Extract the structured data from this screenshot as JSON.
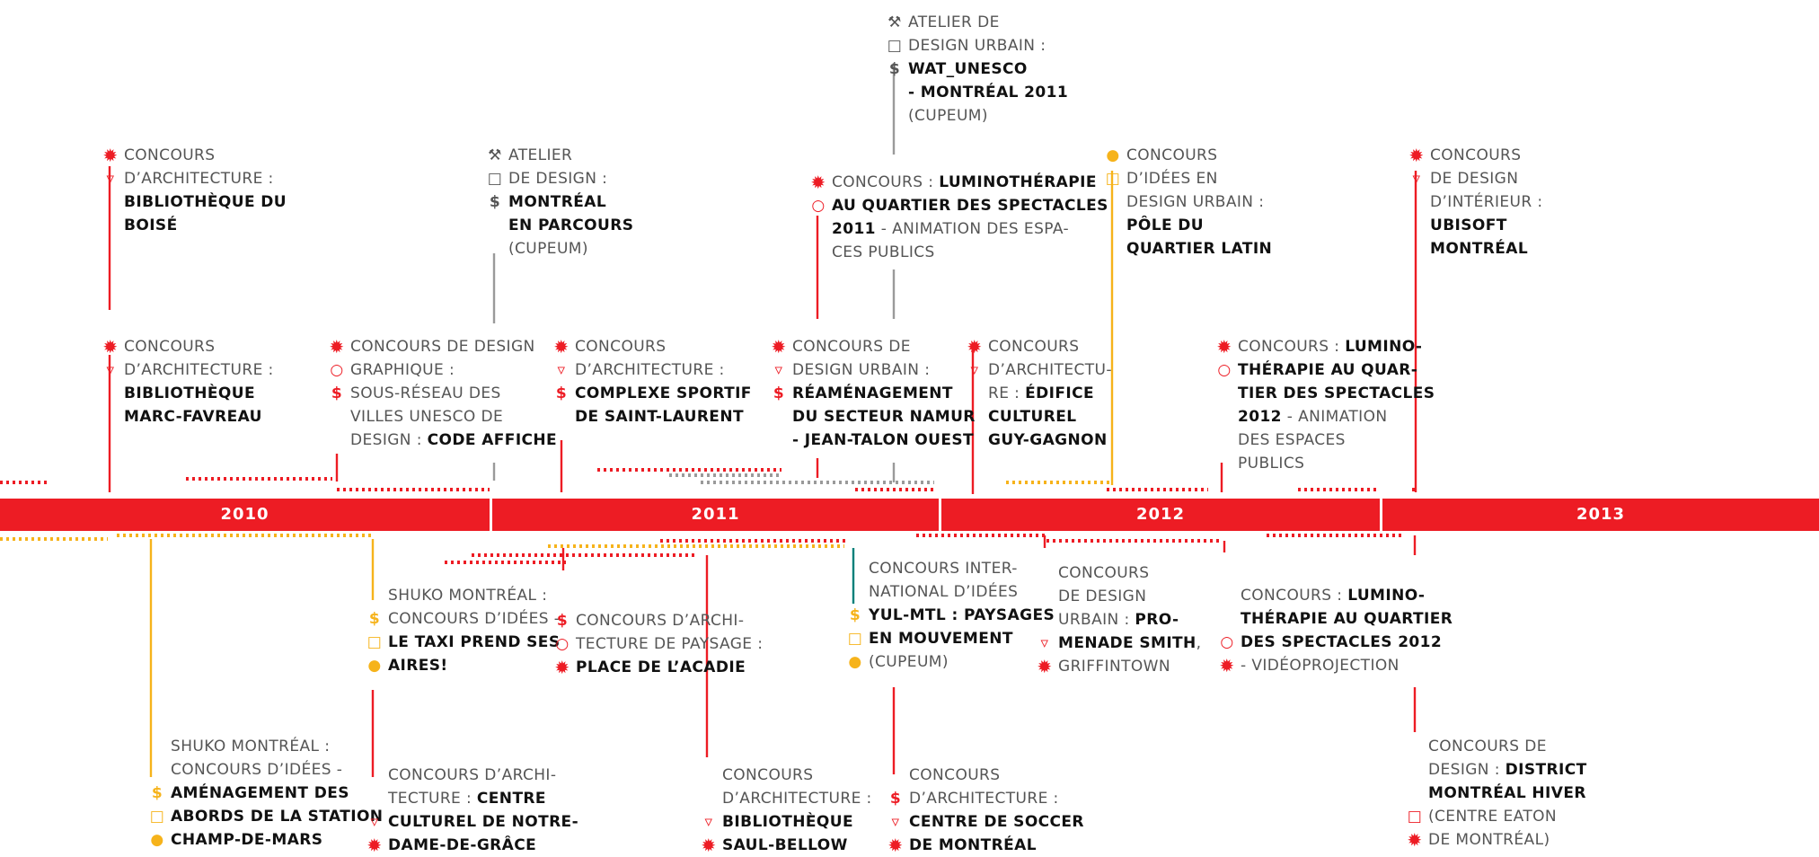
{
  "colors": {
    "red": "#ED1C24",
    "yellow": "#F6B31B",
    "gray": "#9A9A9A",
    "teal": "#00807A",
    "text": "#555555"
  },
  "years": [
    "2010",
    "2011",
    "2012",
    "2013"
  ],
  "legend_icons": {
    "burst": "red-burst-icon",
    "triangle": "red-triangle-icon",
    "dollar": "dollar-icon",
    "square": "square-icon",
    "circle": "circle-icon",
    "bulb": "lightbulb-icon",
    "tools": "tools-icon"
  },
  "entries": [
    {
      "id": "biblio-boise",
      "lines": [
        {
          "i": "burst",
          "t": [
            [
              "n",
              "CONCOURS"
            ]
          ]
        },
        {
          "i": "tri",
          "t": [
            [
              "n",
              "D’ARCHITECTURE :"
            ]
          ]
        },
        {
          "t": [
            [
              "b",
              "BIBLIOTHÈQUE DU"
            ]
          ]
        },
        {
          "t": [
            [
              "b",
              "BOISÉ"
            ]
          ]
        }
      ]
    },
    {
      "id": "biblio-marc-favreau",
      "lines": [
        {
          "i": "burst",
          "t": [
            [
              "n",
              "CONCOURS"
            ]
          ]
        },
        {
          "i": "tri",
          "t": [
            [
              "n",
              "D’ARCHITECTURE :"
            ]
          ]
        },
        {
          "t": [
            [
              "b",
              "BIBLIOTHÈQUE"
            ]
          ]
        },
        {
          "t": [
            [
              "b",
              "MARC-FAVREAU"
            ]
          ]
        }
      ]
    },
    {
      "id": "montreal-en-parcours",
      "lines": [
        {
          "i": "tools",
          "t": [
            [
              "n",
              "ATELIER"
            ]
          ]
        },
        {
          "i": "sq",
          "t": [
            [
              "n",
              "DE DESIGN :"
            ]
          ]
        },
        {
          "i": "dol",
          "t": [
            [
              "b",
              "MONTRÉAL"
            ]
          ]
        },
        {
          "t": [
            [
              "b",
              "EN PARCOURS"
            ]
          ]
        },
        {
          "t": [
            [
              "n",
              "(CUPEUM)"
            ]
          ]
        }
      ]
    },
    {
      "id": "code-affiche",
      "lines": [
        {
          "i": "burst",
          "t": [
            [
              "n",
              "CONCOURS DE DESIGN"
            ]
          ]
        },
        {
          "i": "circ",
          "t": [
            [
              "n",
              "GRAPHIQUE :"
            ]
          ]
        },
        {
          "i": "dol",
          "t": [
            [
              "n",
              "SOUS-RÉSEAU DES"
            ]
          ]
        },
        {
          "t": [
            [
              "n",
              "VILLES UNESCO DE"
            ]
          ]
        },
        {
          "t": [
            [
              "n",
              "DESIGN : "
            ],
            [
              "b",
              "CODE AFFICHE"
            ]
          ]
        }
      ]
    },
    {
      "id": "complexe-sportif",
      "lines": [
        {
          "i": "burst",
          "t": [
            [
              "n",
              "CONCOURS"
            ]
          ]
        },
        {
          "i": "tri",
          "t": [
            [
              "n",
              "D’ARCHITECTURE :"
            ]
          ]
        },
        {
          "i": "dol",
          "t": [
            [
              "b",
              "COMPLEXE SPORTIF"
            ]
          ]
        },
        {
          "t": [
            [
              "b",
              "DE SAINT-LAURENT"
            ]
          ]
        }
      ]
    },
    {
      "id": "wat-unesco",
      "lines": [
        {
          "i": "tools",
          "t": [
            [
              "n",
              "ATELIER DE"
            ]
          ]
        },
        {
          "i": "sq",
          "t": [
            [
              "n",
              "DESIGN URBAIN :"
            ]
          ]
        },
        {
          "i": "dol",
          "t": [
            [
              "b",
              "WAT_UNESCO"
            ]
          ]
        },
        {
          "t": [
            [
              "b",
              "- MONTRÉAL 2011"
            ]
          ]
        },
        {
          "t": [
            [
              "n",
              "(CUPEUM)"
            ]
          ]
        }
      ]
    },
    {
      "id": "lumino-2011",
      "lines": [
        {
          "i": "burst",
          "t": [
            [
              "n",
              "CONCOURS : "
            ],
            [
              "b",
              "LUMINOTHÉRAPIE"
            ]
          ]
        },
        {
          "i": "circ",
          "t": [
            [
              "b",
              "AU QUARTIER DES SPECTACLES"
            ]
          ]
        },
        {
          "t": [
            [
              "b",
              "2011"
            ],
            [
              "n",
              " - ANIMATION DES ESPA-"
            ]
          ]
        },
        {
          "t": [
            [
              "n",
              "CES PUBLICS"
            ]
          ]
        }
      ]
    },
    {
      "id": "namur",
      "lines": [
        {
          "i": "burst",
          "t": [
            [
              "n",
              "CONCOURS DE"
            ]
          ]
        },
        {
          "i": "tri",
          "t": [
            [
              "n",
              "DESIGN URBAIN :"
            ]
          ]
        },
        {
          "i": "dol",
          "t": [
            [
              "b",
              "RÉAMÉNAGEMENT"
            ]
          ]
        },
        {
          "t": [
            [
              "b",
              "DU SECTEUR NAMUR"
            ]
          ]
        },
        {
          "t": [
            [
              "b",
              "- JEAN-TALON OUEST"
            ]
          ]
        }
      ]
    },
    {
      "id": "guy-gagnon",
      "lines": [
        {
          "i": "burst",
          "t": [
            [
              "n",
              "CONCOURS"
            ]
          ]
        },
        {
          "i": "tri",
          "t": [
            [
              "n",
              "D’ARCHITECTU-"
            ]
          ]
        },
        {
          "t": [
            [
              "n",
              "RE : "
            ],
            [
              "b",
              "ÉDIFICE"
            ]
          ]
        },
        {
          "t": [
            [
              "b",
              "CULTUREL"
            ]
          ]
        },
        {
          "t": [
            [
              "b",
              "GUY-GAGNON"
            ]
          ]
        }
      ]
    },
    {
      "id": "pole-quartier-latin",
      "lines": [
        {
          "i": "bulb",
          "t": [
            [
              "n",
              "CONCOURS"
            ]
          ]
        },
        {
          "i": "sq",
          "t": [
            [
              "n",
              "D’IDÉES EN"
            ]
          ]
        },
        {
          "t": [
            [
              "n",
              "DESIGN URBAIN :"
            ]
          ]
        },
        {
          "t": [
            [
              "b",
              "PÔLE DU"
            ]
          ]
        },
        {
          "t": [
            [
              "b",
              "QUARTIER LATIN"
            ]
          ]
        }
      ]
    },
    {
      "id": "lumino-2012",
      "lines": [
        {
          "i": "burst",
          "t": [
            [
              "n",
              "CONCOURS : "
            ],
            [
              "b",
              "LUMINO-"
            ]
          ]
        },
        {
          "i": "circ",
          "t": [
            [
              "b",
              "THÉRAPIE AU QUAR-"
            ]
          ]
        },
        {
          "t": [
            [
              "b",
              "TIER DES SPECTACLES"
            ]
          ]
        },
        {
          "t": [
            [
              "b",
              "2012"
            ],
            [
              "n",
              " - ANIMATION"
            ]
          ]
        },
        {
          "t": [
            [
              "n",
              "DES ESPACES"
            ]
          ]
        },
        {
          "t": [
            [
              "n",
              "PUBLICS"
            ]
          ]
        }
      ]
    },
    {
      "id": "ubisoft",
      "lines": [
        {
          "i": "burst",
          "t": [
            [
              "n",
              "CONCOURS"
            ]
          ]
        },
        {
          "i": "tri",
          "t": [
            [
              "n",
              "DE DESIGN"
            ]
          ]
        },
        {
          "t": [
            [
              "n",
              "D’INTÉRIEUR :"
            ]
          ]
        },
        {
          "t": [
            [
              "b",
              "UBISOFT"
            ]
          ]
        },
        {
          "t": [
            [
              "b",
              "MONTRÉAL"
            ]
          ]
        }
      ]
    },
    {
      "id": "taxi",
      "lines": [
        {
          "t": [
            [
              "n",
              "SHUKO MONTRÉAL :"
            ]
          ]
        },
        {
          "i": "dol",
          "t": [
            [
              "n",
              "CONCOURS D’IDÉES -"
            ]
          ]
        },
        {
          "i": "sq",
          "t": [
            [
              "b",
              "LE TAXI PREND SES"
            ]
          ]
        },
        {
          "i": "bulb",
          "t": [
            [
              "b",
              "AIRES!"
            ]
          ]
        }
      ]
    },
    {
      "id": "acadie",
      "lines": [
        {
          "i": "dol",
          "t": [
            [
              "n",
              "CONCOURS D’ARCHI-"
            ]
          ]
        },
        {
          "i": "circ",
          "t": [
            [
              "n",
              "TECTURE DE PAYSAGE :"
            ]
          ]
        },
        {
          "i": "burst",
          "t": [
            [
              "b",
              "PLACE DE L’ACADIE"
            ]
          ]
        }
      ]
    },
    {
      "id": "yul-mtl",
      "lines": [
        {
          "t": [
            [
              "n",
              "CONCOURS INTER-"
            ]
          ]
        },
        {
          "t": [
            [
              "n",
              "NATIONAL D’IDÉES"
            ]
          ]
        },
        {
          "i": "dol",
          "t": [
            [
              "b",
              "YUL-MTL : PAYSAGES"
            ]
          ]
        },
        {
          "i": "sq",
          "t": [
            [
              "b",
              "EN MOUVEMENT"
            ]
          ]
        },
        {
          "i": "bulb",
          "t": [
            [
              "n",
              "(CUPEUM)"
            ]
          ]
        }
      ]
    },
    {
      "id": "promenade-smith",
      "lines": [
        {
          "t": [
            [
              "n",
              "CONCOURS"
            ]
          ]
        },
        {
          "t": [
            [
              "n",
              "DE DESIGN"
            ]
          ]
        },
        {
          "t": [
            [
              "n",
              "URBAIN : "
            ],
            [
              "b",
              "PRO-"
            ]
          ]
        },
        {
          "i": "tri",
          "t": [
            [
              "b",
              "MENADE SMITH"
            ],
            [
              "n",
              ","
            ]
          ]
        },
        {
          "i": "burst",
          "t": [
            [
              "n",
              "GRIFFINTOWN"
            ]
          ]
        }
      ]
    },
    {
      "id": "lumino-2012-video",
      "lines": [
        {
          "t": [
            [
              "n",
              "CONCOURS : "
            ],
            [
              "b",
              "LUMINO-"
            ]
          ]
        },
        {
          "t": [
            [
              "b",
              "THÉRAPIE AU QUARTIER"
            ]
          ]
        },
        {
          "i": "circ",
          "t": [
            [
              "b",
              "DES SPECTACLES 2012"
            ]
          ]
        },
        {
          "i": "burst",
          "t": [
            [
              "n",
              "- VIDÉOPROJECTION"
            ]
          ]
        }
      ]
    },
    {
      "id": "champ-de-mars",
      "lines": [
        {
          "t": [
            [
              "n",
              "SHUKO MONTRÉAL :"
            ]
          ]
        },
        {
          "t": [
            [
              "n",
              "CONCOURS D’IDÉES -"
            ]
          ]
        },
        {
          "i": "dol",
          "t": [
            [
              "b",
              "AMÉNAGEMENT DES"
            ]
          ]
        },
        {
          "i": "sq",
          "t": [
            [
              "b",
              "ABORDS DE LA STATION"
            ]
          ]
        },
        {
          "i": "bulb",
          "t": [
            [
              "b",
              "CHAMP-DE-MARS"
            ]
          ]
        }
      ]
    },
    {
      "id": "ndg",
      "lines": [
        {
          "t": [
            [
              "n",
              "CONCOURS D’ARCHI-"
            ]
          ]
        },
        {
          "t": [
            [
              "n",
              "TECTURE : "
            ],
            [
              "b",
              "CENTRE"
            ]
          ]
        },
        {
          "i": "tri",
          "t": [
            [
              "b",
              "CULTUREL DE NOTRE-"
            ]
          ]
        },
        {
          "i": "burst",
          "t": [
            [
              "b",
              "DAME-DE-GRÂCE"
            ]
          ]
        }
      ]
    },
    {
      "id": "saul-bellow",
      "lines": [
        {
          "t": [
            [
              "n",
              "CONCOURS"
            ]
          ]
        },
        {
          "t": [
            [
              "n",
              "D’ARCHITECTURE :"
            ]
          ]
        },
        {
          "i": "tri",
          "t": [
            [
              "b",
              "BIBLIOTHÈQUE"
            ]
          ]
        },
        {
          "i": "burst",
          "t": [
            [
              "b",
              "SAUL-BELLOW"
            ]
          ]
        }
      ]
    },
    {
      "id": "soccer",
      "lines": [
        {
          "t": [
            [
              "n",
              "CONCOURS"
            ]
          ]
        },
        {
          "i": "dol",
          "t": [
            [
              "n",
              "D’ARCHITECTURE :"
            ]
          ]
        },
        {
          "i": "tri",
          "t": [
            [
              "b",
              "CENTRE DE SOCCER"
            ]
          ]
        },
        {
          "i": "burst",
          "t": [
            [
              "b",
              "DE MONTRÉAL"
            ]
          ]
        }
      ]
    },
    {
      "id": "district-hiver",
      "lines": [
        {
          "t": [
            [
              "n",
              "CONCOURS DE"
            ]
          ]
        },
        {
          "t": [
            [
              "n",
              "DESIGN : "
            ],
            [
              "b",
              "DISTRICT"
            ]
          ]
        },
        {
          "t": [
            [
              "b",
              "MONTRÉAL HIVER"
            ]
          ]
        },
        {
          "i": "sq",
          "t": [
            [
              "n",
              "(CENTRE EATON"
            ]
          ]
        },
        {
          "i": "burst",
          "t": [
            [
              "n",
              "DE MONTRÉAL)"
            ]
          ]
        }
      ]
    }
  ]
}
